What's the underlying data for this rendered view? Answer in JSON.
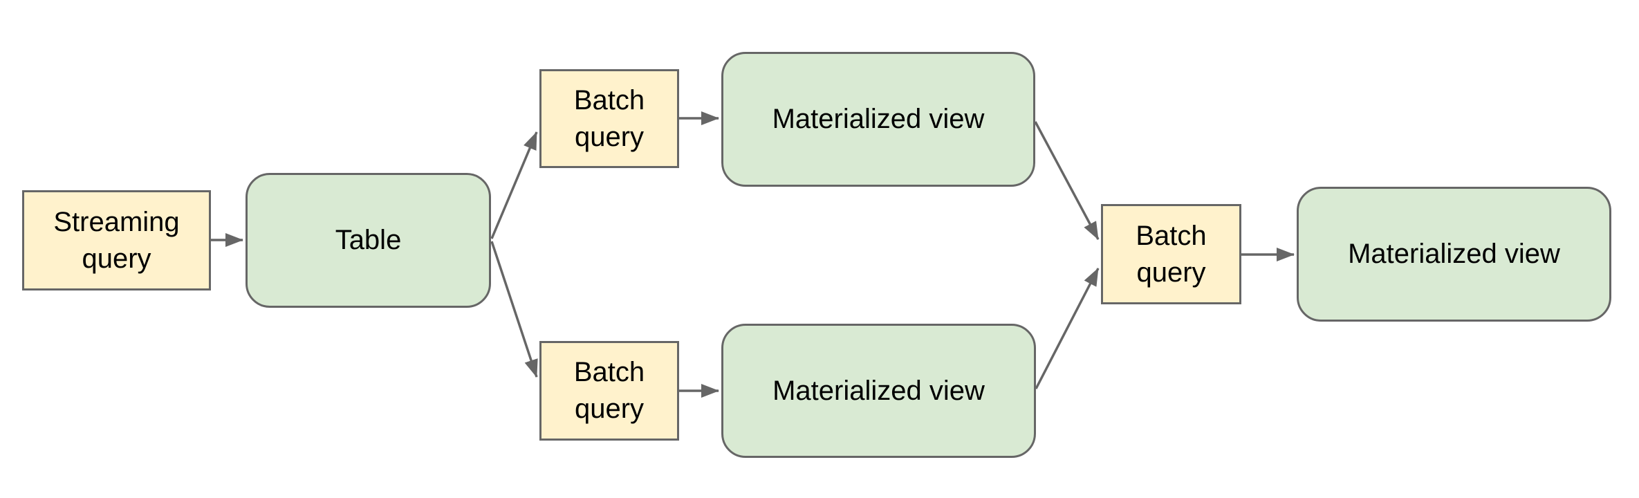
{
  "diagram": {
    "nodes": {
      "streaming_query": {
        "label": "Streaming query",
        "kind": "query",
        "fill": "#fff2cc"
      },
      "table": {
        "label": "Table",
        "kind": "table",
        "fill": "#d9ead3"
      },
      "batch_query_top": {
        "label": "Batch query",
        "kind": "query",
        "fill": "#fff2cc"
      },
      "materialized_view_top": {
        "label": "Materialized view",
        "kind": "view",
        "fill": "#d9ead3"
      },
      "batch_query_bottom": {
        "label": "Batch query",
        "kind": "query",
        "fill": "#fff2cc"
      },
      "materialized_view_bottom": {
        "label": "Materialized view",
        "kind": "view",
        "fill": "#d9ead3"
      },
      "batch_query_right": {
        "label": "Batch query",
        "kind": "query",
        "fill": "#fff2cc"
      },
      "materialized_view_right": {
        "label": "Materialized view",
        "kind": "view",
        "fill": "#d9ead3"
      }
    },
    "edges": [
      {
        "from": "streaming_query",
        "to": "table"
      },
      {
        "from": "table",
        "to": "batch_query_top"
      },
      {
        "from": "table",
        "to": "batch_query_bottom"
      },
      {
        "from": "batch_query_top",
        "to": "materialized_view_top"
      },
      {
        "from": "batch_query_bottom",
        "to": "materialized_view_bottom"
      },
      {
        "from": "materialized_view_top",
        "to": "batch_query_right"
      },
      {
        "from": "materialized_view_bottom",
        "to": "batch_query_right"
      },
      {
        "from": "batch_query_right",
        "to": "materialized_view_right"
      }
    ],
    "colors": {
      "query_fill": "#fff2cc",
      "view_fill": "#d9ead3",
      "stroke": "#666666",
      "text": "#000000",
      "background": "#ffffff"
    }
  }
}
